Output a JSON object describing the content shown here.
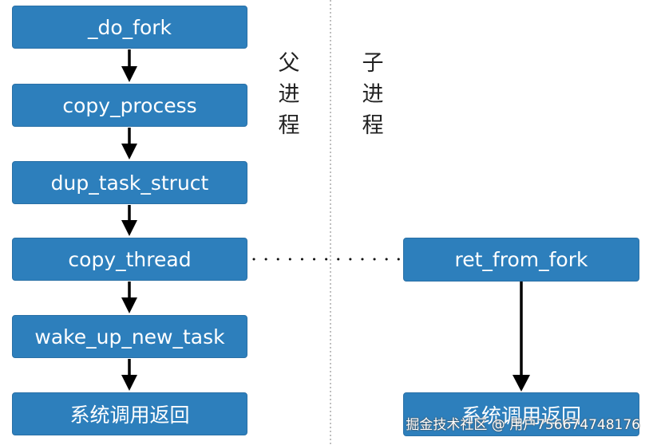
{
  "parent_chain": [
    {
      "label": "_do_fork"
    },
    {
      "label": "copy_process"
    },
    {
      "label": "dup_task_struct"
    },
    {
      "label": "copy_thread"
    },
    {
      "label": "wake_up_new_task"
    },
    {
      "label": "系统调用返回"
    }
  ],
  "child_chain": [
    {
      "label": "ret_from_fork"
    },
    {
      "label": "系统调用返回"
    }
  ],
  "lane_labels": {
    "parent": [
      "父",
      "进",
      "程"
    ],
    "child": [
      "子",
      "进",
      "程"
    ]
  },
  "watermark": "掘金技术社区 @ 用户756674748176",
  "colors": {
    "box_fill": "#2d7fbc",
    "box_text": "#ffffff",
    "arrow": "#000000",
    "divider": "#999999"
  }
}
